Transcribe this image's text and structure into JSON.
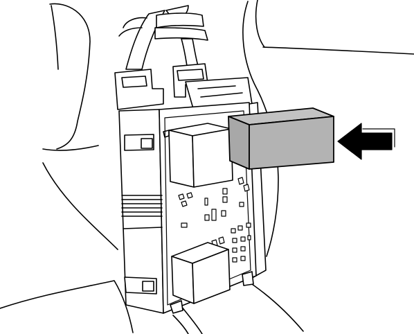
{
  "figure": {
    "components": [
      {
        "id": "background-panel",
        "kind": "vehicle-interior-trim"
      },
      {
        "id": "wiring-harness",
        "kind": "cable-bundle"
      },
      {
        "id": "fuse-relay-box",
        "kind": "electrical-module"
      },
      {
        "id": "relay-upper",
        "kind": "relay"
      },
      {
        "id": "relay-lower",
        "kind": "relay"
      },
      {
        "id": "highlighted-relay",
        "kind": "relay",
        "state": "being-inserted"
      },
      {
        "id": "direction-arrow",
        "kind": "arrow",
        "points": "left"
      }
    ],
    "colors": {
      "line": "#000000",
      "fill": "#ffffff",
      "highlight": "#b3b3b3",
      "arrow": "#000000"
    }
  }
}
